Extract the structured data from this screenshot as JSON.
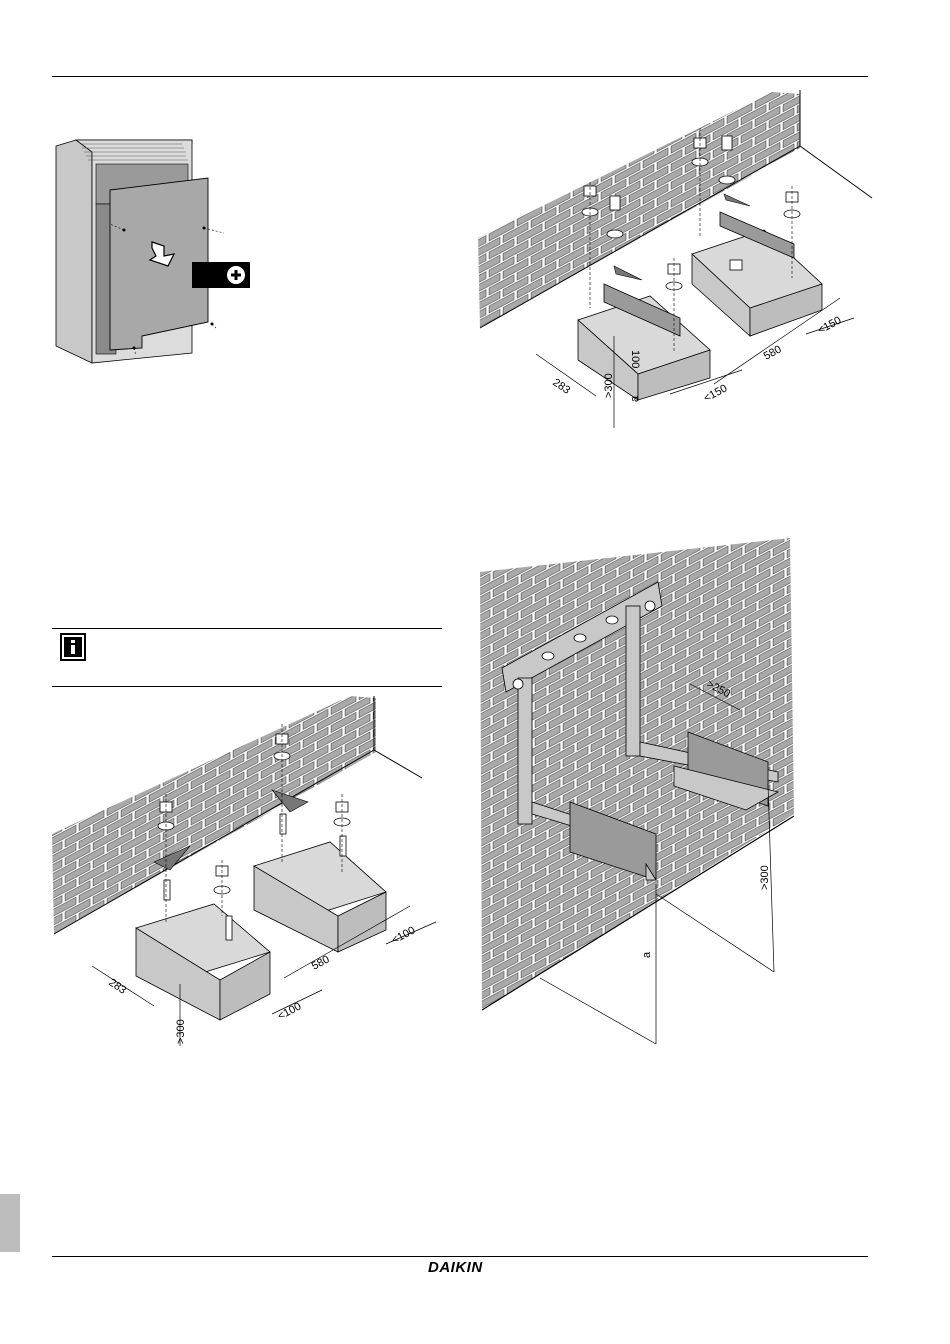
{
  "footer": {
    "brand": "DAIKIN"
  },
  "fig_floor_a": {
    "dims": {
      "depth": "283",
      "height": "100",
      "clearance": ">300",
      "spacing": "580",
      "edge_left": "<150",
      "edge_right": "<150",
      "label_a": "a"
    }
  },
  "fig_floor_b": {
    "dims": {
      "depth": "283",
      "clearance": ">300",
      "spacing": "580",
      "edge_left": "<100",
      "edge_right": "<100"
    }
  },
  "fig_wall": {
    "dims": {
      "projection": ">250",
      "clearance": ">300",
      "label_a": "a"
    }
  },
  "info_box": {
    "icon": "info-icon"
  },
  "colors": {
    "brick_fill": "#a9a9a9",
    "mortar": "#ffffff",
    "block_fill": "#c8c8c8",
    "line": "#000000"
  }
}
